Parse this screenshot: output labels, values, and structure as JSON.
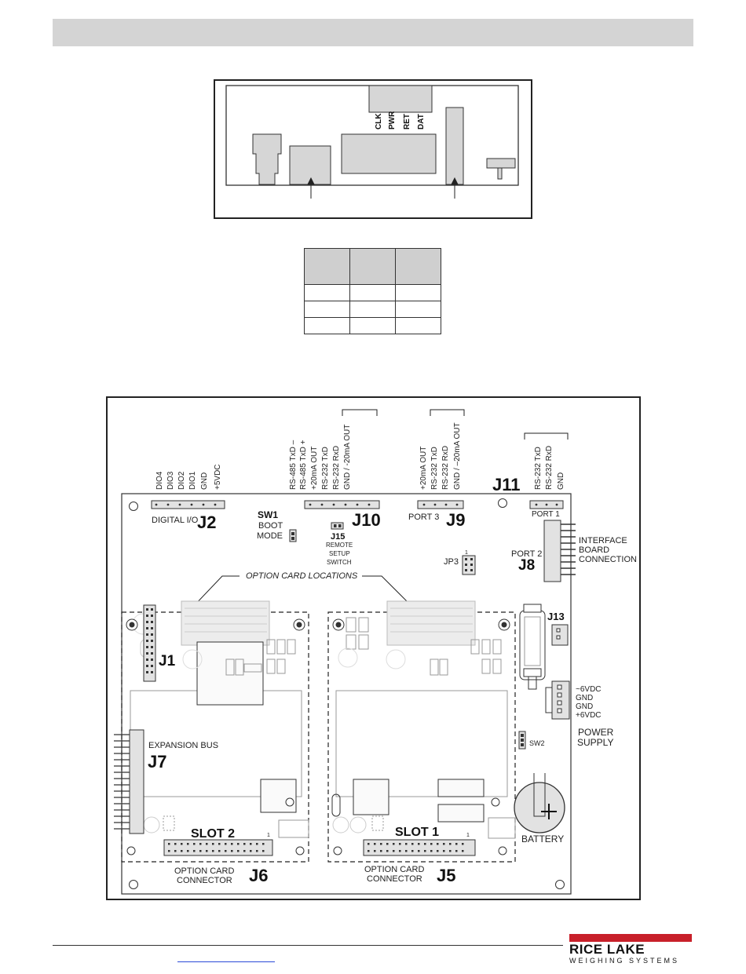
{
  "top_figure": {
    "pin_labels": [
      "CLK",
      "PWR",
      "RET",
      "DAT"
    ]
  },
  "main_figure": {
    "j2_pins": [
      "DIO4",
      "DIO3",
      "DIO2",
      "DIO1",
      "GND",
      "+5VDC"
    ],
    "j10_pins": [
      "RS-485 TxD –",
      "RS-485 TxD +",
      "+20mA OUT",
      "RS-232 TxD",
      "RS-232 RxD",
      "GND / -20mA OUT"
    ],
    "j9_pins": [
      "+20mA OUT",
      "RS-232 TxD",
      "RS-232 RxD",
      "GND / –20mA OUT"
    ],
    "j11_pins": [
      "RS-232 TxD",
      "RS-232 RxD",
      "GND"
    ],
    "labels": {
      "j11": "J11",
      "digital_io": "DIGITAL I/O",
      "j2": "J2",
      "sw1": "SW1",
      "boot": "BOOT",
      "mode": "MODE",
      "j15": "J15",
      "remote": "REMOTE",
      "setup": "SETUP",
      "switch": "SWITCH",
      "j10": "J10",
      "port3": "PORT 3",
      "j9": "J9",
      "port1": "PORT 1",
      "interface1": "INTERFACE",
      "interface2": "BOARD",
      "interface3": "CONNECTION",
      "port2": "PORT 2",
      "j8": "J8",
      "jp3": "JP3",
      "jp3_pin": "1",
      "option_locations": "OPTION CARD LOCATIONS",
      "j13": "J13",
      "j1": "J1",
      "power1": "~6VDC",
      "power2": "GND",
      "power3": "GND",
      "power4": "+6VDC",
      "power_supply1": "POWER",
      "power_supply2": "SUPPLY",
      "sw2": "SW2",
      "expansion_bus": "EXPANSION BUS",
      "j7": "J7",
      "slot2": "SLOT 2",
      "slot1": "SLOT 1",
      "slot_pin": "1",
      "battery": "BATTERY",
      "option_card_a": "OPTION CARD",
      "connector": "CONNECTOR",
      "j6": "J6",
      "j5": "J5"
    }
  },
  "footer": {
    "logo_line1": "RICE LAKE",
    "logo_line2": "WEIGHING SYSTEMS",
    "logo_color": "#c8202a"
  }
}
